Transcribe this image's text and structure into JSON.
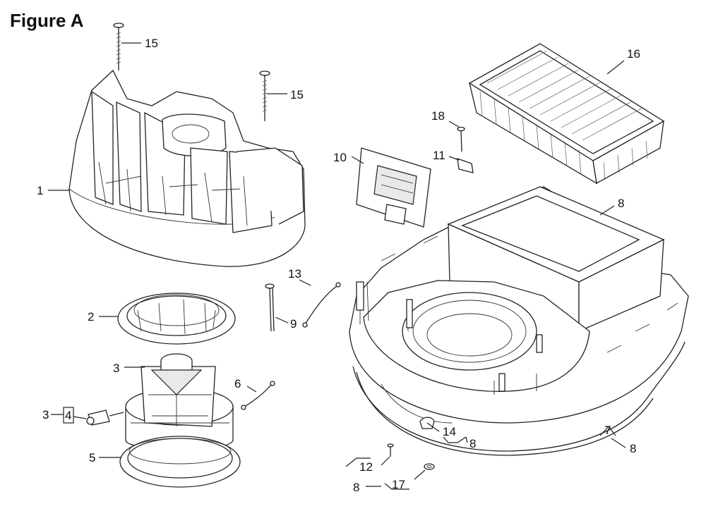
{
  "figure": {
    "title": "Figure A"
  },
  "callouts": {
    "c15a": "15",
    "c15b": "15",
    "c16": "16",
    "c18": "18",
    "c11": "11",
    "c10": "10",
    "c1": "1",
    "c8top": "8",
    "c13": "13",
    "c2": "2",
    "c9": "9",
    "c3top": "3",
    "c6": "6",
    "c3box": "3",
    "c4": "4",
    "c5": "5",
    "c14": "14",
    "c8b": "8",
    "c7": "7",
    "c8c": "8",
    "c12": "12",
    "c17": "17",
    "c8d": "8"
  }
}
